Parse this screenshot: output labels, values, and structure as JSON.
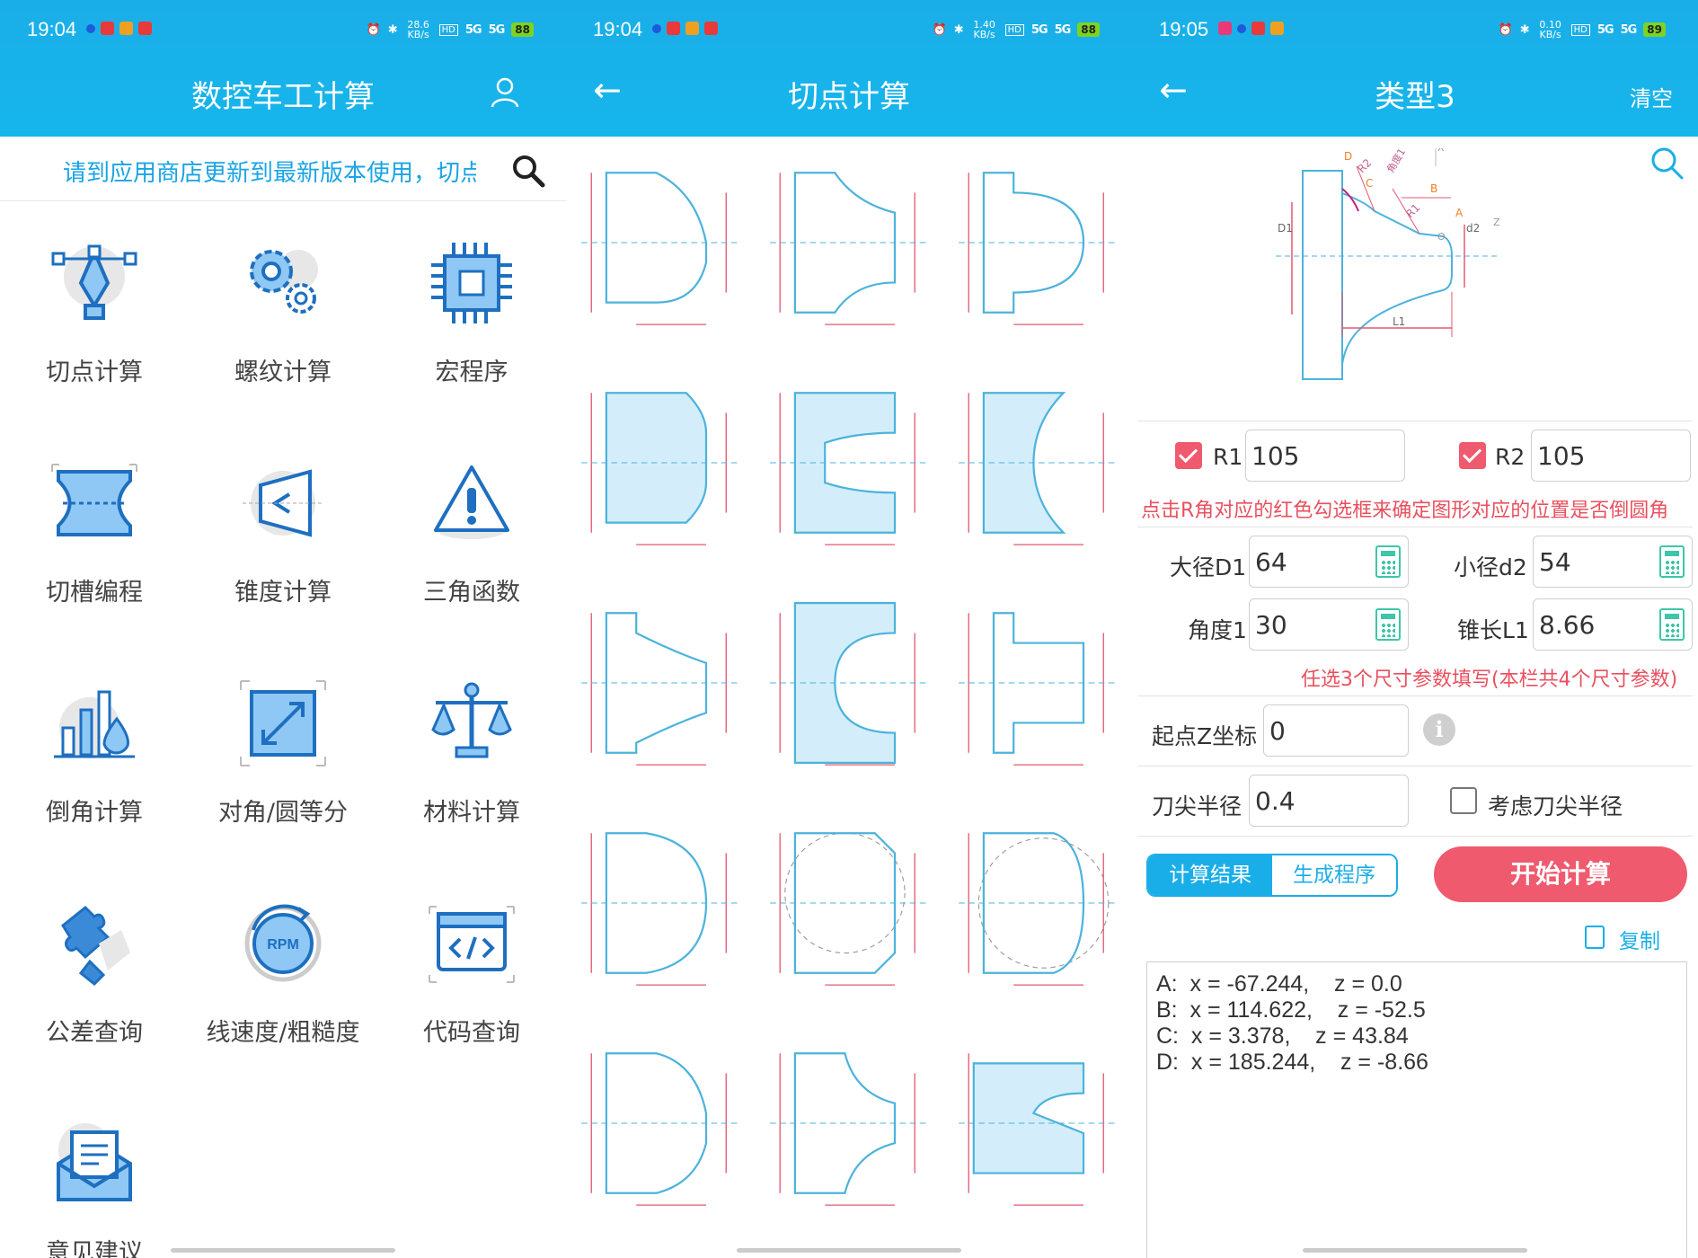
{
  "status_bars": [
    {
      "time": "19:04",
      "speed": "28.6 KB/s",
      "battery": "88"
    },
    {
      "time": "19:04",
      "speed": "1.40 KB/s",
      "battery": "88"
    },
    {
      "time": "19:05",
      "speed": "0.10 KB/s",
      "battery": "89"
    }
  ],
  "network_label": "5G",
  "hd_label": "HD",
  "home": {
    "title": "数控车工计算",
    "notice": "请到应用商店更新到最新版本使用，切点",
    "tiles": [
      "切点计算",
      "螺纹计算",
      "宏程序",
      "切槽编程",
      "锥度计算",
      "三角函数",
      "倒角计算",
      "对角/圆等分",
      "材料计算",
      "公差查询",
      "线速度/粗糙度",
      "代码查询",
      "意见建议"
    ],
    "icons": [
      "pen-tool-icon",
      "gears-icon",
      "chip-icon",
      "groove-icon",
      "taper-icon",
      "warning-icon",
      "chart-drop-icon",
      "diagonal-icon",
      "scale-icon",
      "puzzle-icon",
      "rpm-icon",
      "code-icon",
      "mail-icon"
    ],
    "rpm_label": "RPM"
  },
  "tangent": {
    "title": "切点计算",
    "shape_count": 15
  },
  "type3": {
    "title": "类型3",
    "clear_label": "清空",
    "diagram_labels": {
      "d1": "D1",
      "d2": "d2",
      "l1": "L1",
      "r1": "R1",
      "r2": "R2",
      "angle": "角度1",
      "a": "A",
      "b": "B",
      "c": "C",
      "d": "D",
      "o": "O",
      "x": "X",
      "z": "Z"
    },
    "r1_label": "R1",
    "r1_value": "105",
    "r1_checked": true,
    "r2_label": "R2",
    "r2_value": "105",
    "r2_checked": true,
    "r_tip": "点击R角对应的红色勾选框来确定图形对应的位置是否倒圆角",
    "d1_label": "大径D1",
    "d1_value": "64",
    "d2_label": "小径d2",
    "d2_value": "54",
    "angle_label": "角度1",
    "angle_value": "30",
    "l1_label": "锥长L1",
    "l1_value": "8.66",
    "dim_tip": "任选3个尺寸参数填写(本栏共4个尺寸参数)",
    "z_label": "起点Z坐标",
    "z_value": "0",
    "nose_label": "刀尖半径",
    "nose_value": "0.4",
    "consider_label": "考虑刀尖半径",
    "consider_checked": false,
    "info_glyph": "i",
    "tab_result": "计算结果",
    "tab_program": "生成程序",
    "start_label": "开始计算",
    "copy_label": "复制",
    "results": [
      "A:  x = -67.244,    z = 0.0",
      "B:  x = 114.622,    z = -52.5",
      "C:  x = 3.378,    z = 43.84",
      "D:  x = 185.244,    z = -8.66"
    ]
  },
  "colors": {
    "accent": "#1aaee8",
    "red": "#ef5a6e",
    "icon_blue": "#1e6fc0",
    "icon_fill": "#8fc8f5",
    "shape_fill": "#d3eefa",
    "dim_red": "#e05a70"
  }
}
